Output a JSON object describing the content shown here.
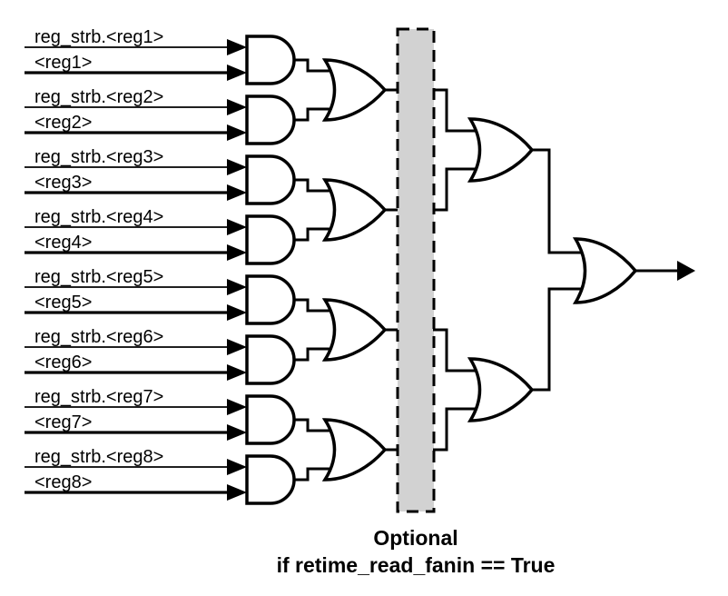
{
  "diagram": {
    "inputs": [
      {
        "strobe_label": "reg_strb.<reg1>",
        "value_label": "<reg1>"
      },
      {
        "strobe_label": "reg_strb.<reg2>",
        "value_label": "<reg2>"
      },
      {
        "strobe_label": "reg_strb.<reg3>",
        "value_label": "<reg3>"
      },
      {
        "strobe_label": "reg_strb.<reg4>",
        "value_label": "<reg4>"
      },
      {
        "strobe_label": "reg_strb.<reg5>",
        "value_label": "<reg5>"
      },
      {
        "strobe_label": "reg_strb.<reg6>",
        "value_label": "<reg6>"
      },
      {
        "strobe_label": "reg_strb.<reg7>",
        "value_label": "<reg7>"
      },
      {
        "strobe_label": "reg_strb.<reg8>",
        "value_label": "<reg8>"
      }
    ],
    "optional_region": {
      "fill": "#d2d2d2",
      "border_color": "#000000",
      "label_line1": "Optional",
      "label_line2": "if retime_read_fanin == True"
    },
    "colors": {
      "line": "#000000",
      "gate_fill": "#ffffff",
      "background": "#ffffff"
    },
    "structure": {
      "and_gates": 8,
      "or_gates_level1": 4,
      "or_gates_level2": 2,
      "or_gates_final": 1
    }
  }
}
